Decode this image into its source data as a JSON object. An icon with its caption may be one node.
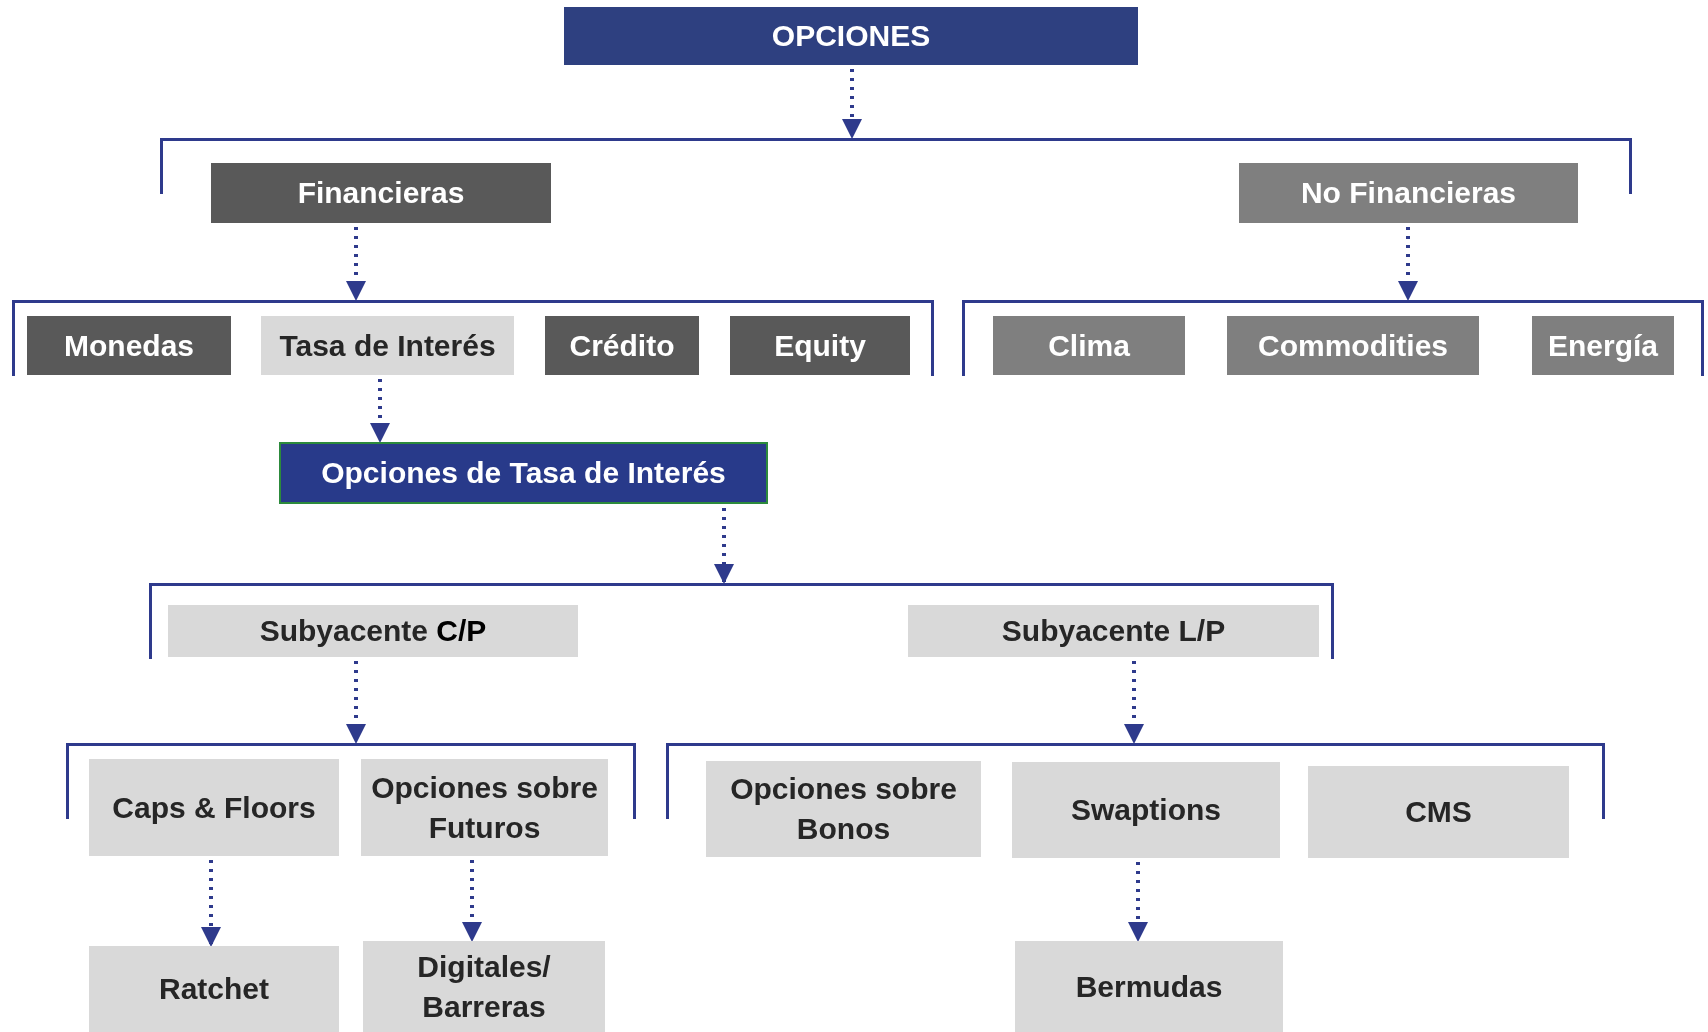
{
  "diagram": {
    "nodes": [
      {
        "text": [
          "OPCIONES"
        ]
      },
      {
        "text": [],
        "shape": "bracket"
      },
      {
        "text": [
          "Financieras"
        ]
      },
      {
        "text": [
          "No Financieras"
        ]
      },
      {
        "text": [],
        "shape": "bracket"
      },
      {
        "text": [
          "Monedas"
        ],
        "in": 4
      },
      {
        "text": [
          "Tasa de Interés"
        ],
        "in": 4
      },
      {
        "text": [
          "Crédito"
        ],
        "in": 4
      },
      {
        "text": [
          "Equity"
        ],
        "in": 4
      },
      {
        "text": [],
        "shape": "bracket"
      },
      {
        "text": [
          "Clima"
        ],
        "in": 9
      },
      {
        "text": [
          "Commodities"
        ],
        "in": 9
      },
      {
        "text": [
          "Energía"
        ],
        "in": 9
      },
      {
        "text": [
          "Opciones de Tasa de Interés"
        ]
      },
      {
        "text": [],
        "shape": "bracket"
      },
      {
        "text": [
          "Subyacente **C/P**"
        ],
        "in": 14
      },
      {
        "text": [
          "Subyacente L/P"
        ],
        "in": 14
      },
      {
        "text": [],
        "shape": "bracket"
      },
      {
        "text": [
          "Caps & Floors"
        ]
      },
      {
        "text": [
          "Opciones sobre Futuros"
        ]
      },
      {
        "text": [],
        "shape": "bracket"
      },
      {
        "text": [
          "Opciones sobre Bonos"
        ]
      },
      {
        "text": [
          "Swaptions"
        ]
      },
      {
        "text": [
          "CMS"
        ]
      },
      {
        "text": [
          "Ratchet"
        ]
      },
      {
        "text": [
          "Digitales/ Barreras"
        ]
      },
      {
        "text": [
          "Bermudas"
        ]
      }
    ],
    "edges": [
      {
        "from": 0,
        "to": 1,
        "arrow": "to"
      },
      {
        "from": 2,
        "to": 4,
        "arrow": "to"
      },
      {
        "from": 3,
        "to": 9,
        "arrow": "to"
      },
      {
        "from": 6,
        "to": 13,
        "arrow": "to"
      },
      {
        "from": 13,
        "to": 14,
        "arrow": "to"
      },
      {
        "from": 15,
        "to": 17,
        "arrow": "to"
      },
      {
        "from": 16,
        "to": 20,
        "arrow": "to"
      },
      {
        "from": 18,
        "to": 24,
        "arrow": "to"
      },
      {
        "from": 19,
        "to": 25,
        "arrow": "to"
      },
      {
        "from": 22,
        "to": 26,
        "arrow": "to"
      }
    ]
  }
}
